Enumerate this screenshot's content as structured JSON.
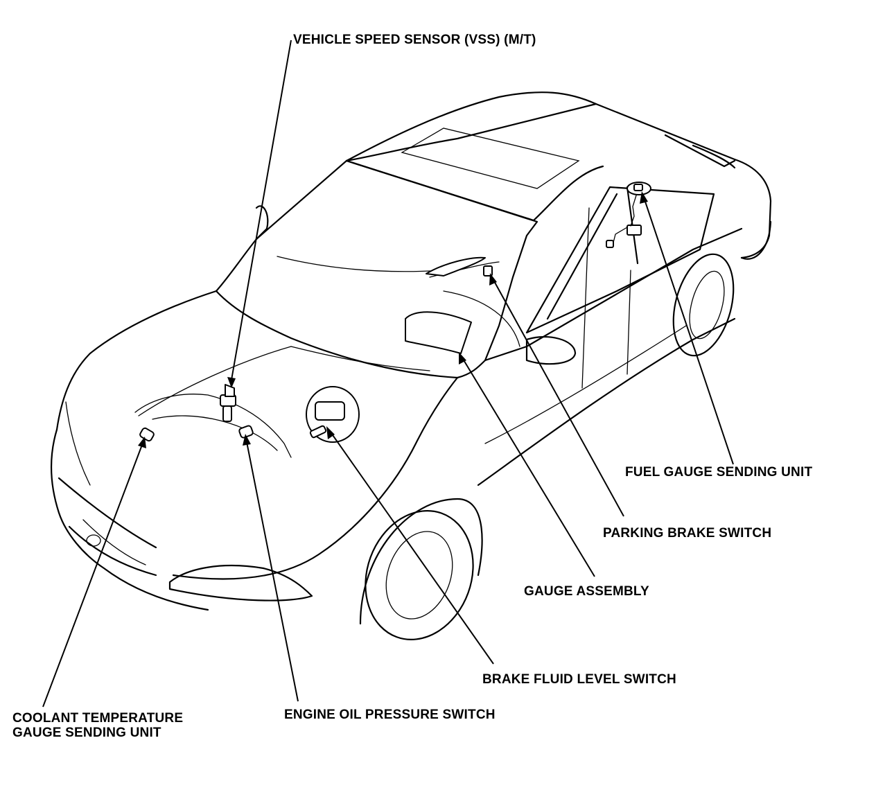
{
  "labels": {
    "vss": "VEHICLE SPEED SENSOR (VSS) (M/T)",
    "fuel_gauge": "FUEL GAUGE SENDING UNIT",
    "parking_brake": "PARKING BRAKE SWITCH",
    "gauge_assembly": "GAUGE ASSEMBLY",
    "brake_fluid": "BRAKE FLUID LEVEL SWITCH",
    "engine_oil": "ENGINE OIL PRESSURE SWITCH",
    "coolant_line1": "COOLANT TEMPERATURE",
    "coolant_line2": "GAUGE SENDING UNIT"
  }
}
